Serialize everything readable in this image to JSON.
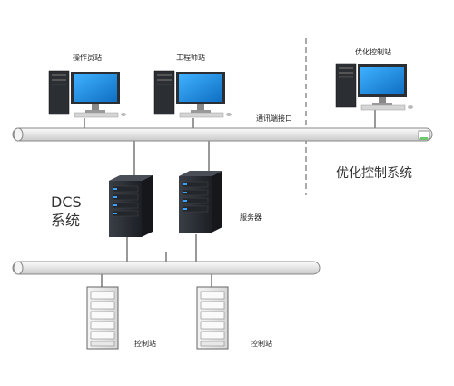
{
  "labels": {
    "operator_station": "操作员站",
    "engineer_station": "工程师站",
    "optimization_station": "优化控制站",
    "comm_interface": "通讯端接口",
    "optimization_system": "优化控制系统",
    "dcs_line1": "DCS",
    "dcs_line2": "系统",
    "server": "服务器",
    "control_station_1": "控制站",
    "control_station_2": "控制站"
  },
  "colors": {
    "pipe_fill": "#eeeeee",
    "pipe_stroke": "#888888",
    "monitor_screen": "#1e8fe0",
    "tower": "#2a2d33",
    "rack_led": "#3ba3ff",
    "connector": "#6ec96e"
  }
}
